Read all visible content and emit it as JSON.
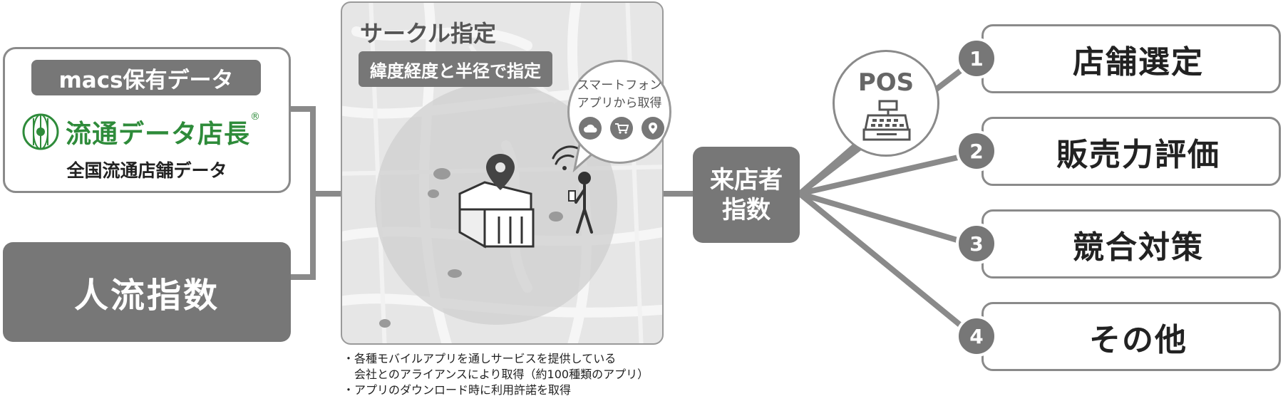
{
  "left": {
    "macs_label": "macs保有データ",
    "brand_name": "流通データ店長",
    "brand_reg": "®",
    "brand_sub": "全国流通店舗データ",
    "flow_label": "人流指数"
  },
  "map": {
    "title": "サークル指定",
    "subtitle": "緯度経度と半径で指定",
    "bubble_line1": "スマートフォン",
    "bubble_line2": "アプリから取得",
    "bubble_icons": [
      "cloud-icon",
      "cart-icon",
      "location-pin-icon"
    ],
    "notes": [
      "・各種モバイルアプリを通しサービスを提供している",
      "　会社とのアライアンスにより取得（約100種類のアプリ）",
      "・アプリのダウンロード時に利用許諾を取得"
    ]
  },
  "center": {
    "line1": "来店者",
    "line2": "指数",
    "pos_label": "POS"
  },
  "outputs": [
    {
      "num": "1",
      "label": "店舗選定"
    },
    {
      "num": "2",
      "label": "販売力評価"
    },
    {
      "num": "3",
      "label": "競合対策"
    },
    {
      "num": "4",
      "label": "その他"
    }
  ],
  "colors": {
    "box_gray": "#777777",
    "line_gray": "#8a8a8a",
    "brand_green": "#2e8b3a"
  }
}
